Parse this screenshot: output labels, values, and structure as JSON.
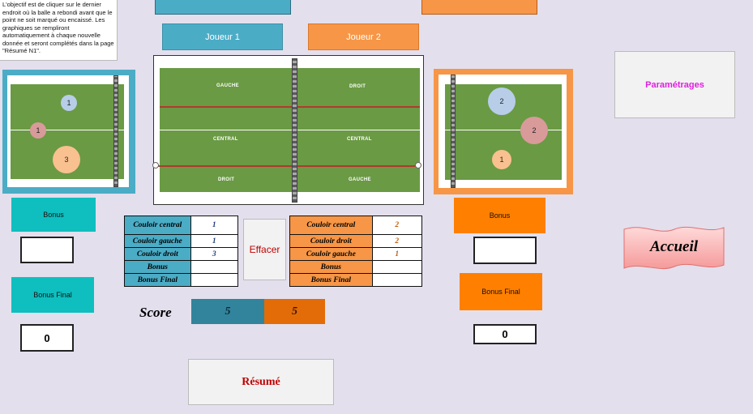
{
  "instructions": "L'objectif est de cliquer sur le dernier endroit où la balle a rebondi avant que le point ne soit marqué ou encaissé. Les graphiques se rempliront automatiquement à chaque nouvelle donnée et seront complétés dans la page \"Résumé N1\".",
  "players": {
    "player1": "Joueur 1",
    "player2": "Joueur 2"
  },
  "colors": {
    "player1": "#4bacc6",
    "player2": "#f79646",
    "teal_button": "#0fbfbf",
    "orange_button": "#ff8000",
    "background": "#e3dfed"
  },
  "main_court": {
    "zones": {
      "left_top": "GAUCHE",
      "right_top": "DROIT",
      "left_mid": "CENTRAL",
      "right_mid": "CENTRAL",
      "left_bottom": "DROIT",
      "right_bottom": "GAUCHE"
    }
  },
  "left_court": {
    "circles": [
      "1",
      "1",
      "3"
    ]
  },
  "right_court": {
    "circles": [
      "2",
      "2",
      "1"
    ]
  },
  "left_panel": {
    "bonus_label": "Bonus",
    "bonus_value": "",
    "bonus_final_label": "Bonus Final",
    "bonus_final_value": "0"
  },
  "right_panel": {
    "bonus_label": "Bonus",
    "bonus_value": "",
    "bonus_final_label": "Bonus Final",
    "bonus_final_value": "0"
  },
  "table1": {
    "rows": [
      {
        "label": "Couloir central",
        "value": "1"
      },
      {
        "label": "Couloir gauche",
        "value": "1"
      },
      {
        "label": "Couloir droit",
        "value": "3"
      },
      {
        "label": "Bonus",
        "value": ""
      },
      {
        "label": "Bonus Final",
        "value": ""
      }
    ]
  },
  "table2": {
    "rows": [
      {
        "label": "Couloir central",
        "value": "2"
      },
      {
        "label": "Couloir droit",
        "value": "2"
      },
      {
        "label": "Couloir gauche",
        "value": "1"
      },
      {
        "label": "Bonus",
        "value": ""
      },
      {
        "label": "Bonus Final",
        "value": ""
      }
    ]
  },
  "buttons": {
    "effacer": "Effacer",
    "resume": "Résumé",
    "parametrages": "Paramétrages",
    "accueil": "Accueil"
  },
  "score": {
    "label": "Score",
    "player1": "5",
    "player2": "5"
  }
}
